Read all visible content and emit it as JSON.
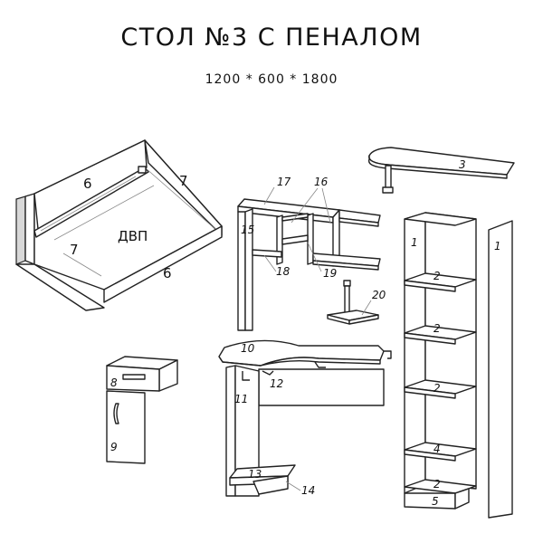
{
  "title": "СТОЛ №3 С ПЕНАЛОМ",
  "dimensions": "1200 * 600 * 1800",
  "drawer_box": {
    "label_6_top": "6",
    "label_7_right": "7",
    "label_7_inner": "7",
    "label_6_bottom": "6",
    "label_dvp": "ДВП"
  },
  "parts": {
    "p1a": "1",
    "p1b": "1",
    "p2a": "2",
    "p2b": "2",
    "p2c": "2",
    "p2d": "2",
    "p3": "3",
    "p4": "4",
    "p5": "5",
    "p8": "8",
    "p9": "9",
    "p10": "10",
    "p11": "11",
    "p12": "12",
    "p13": "13",
    "p14": "14",
    "p15": "15",
    "p16": "16",
    "p17": "17",
    "p18": "18",
    "p19": "19",
    "p20": "20"
  }
}
